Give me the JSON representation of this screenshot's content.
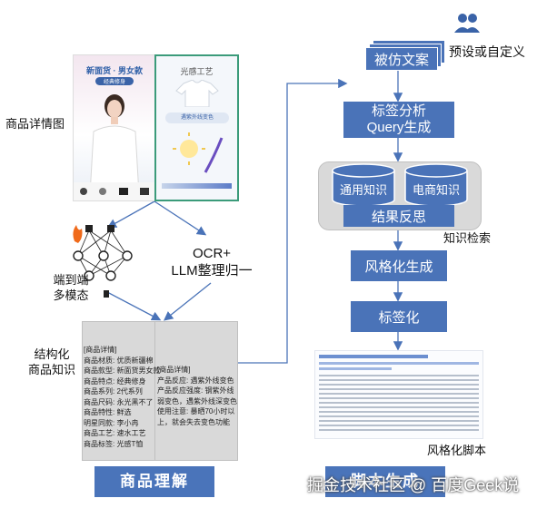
{
  "left": {
    "detail_label": "商品详情图",
    "img1": {
      "title": "新面货 · 男女款",
      "tag": "经典修身"
    },
    "img2": {
      "title": "光感工艺",
      "banner": "遇紫外线变色"
    },
    "model_label": "端到端\n多模态",
    "ocr_label": "OCR+\nLLM整理归一",
    "struct_label": "结构化\n商品知识",
    "info_left": "[商品详情]\n商品材质: 优质新疆棉\n商品款型: 新面货男女款\n商品特点: 经典修身\n商品系列: 2代系列\n商品尺码: 永光黑不了\n商品特性: 鲜选\n明星同款: 李小冉\n商品工艺: 速水工艺\n商品标签: 光感T恤",
    "info_right": "[商品详情]\n产品反应: 遇紫外线变色\n产品反应强度: 钢紫外线\n弱变色，遇紫外线深变色\n使用注意: 暴晒70小时以\n上，就会失去变色功能",
    "bottom_title": "商品理解"
  },
  "right": {
    "persona_label": "预设或自定义",
    "copy_box": "被仿文案",
    "analysis_box": "标签分析\nQuery生成",
    "cyl1": "通用知识",
    "cyl2": "电商知识",
    "reflect_box": "结果反思",
    "retrieval_label": "知识检索",
    "style_box": "风格化生成",
    "sign_box": "标签化",
    "script_label": "风格化脚本",
    "bottom_title": "脚本生成"
  },
  "watermark": "掘金技术社区 @ 百度Geek说",
  "colors": {
    "box_blue": "#4a73b8",
    "panel_gray": "#d9d9d9",
    "line_blue": "#4a73b8"
  }
}
